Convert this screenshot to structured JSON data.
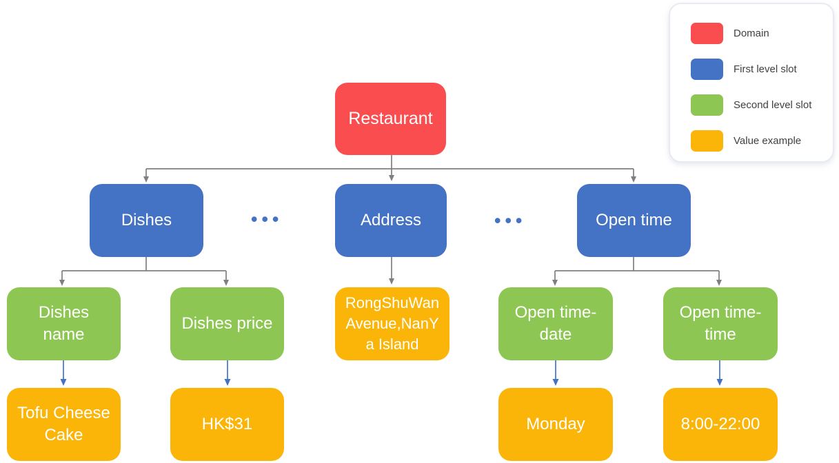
{
  "palette": {
    "domain_color": "#F94D4F",
    "first_level_color": "#4473C5",
    "second_level_color": "#8DC653",
    "value_color": "#FBB408",
    "gray_connector": "#7F7F7F",
    "blue_connector": "#4473C5",
    "node_text_color": "#FFFFFF",
    "legend_text_color": "#404040"
  },
  "legend": {
    "items": [
      {
        "label": "Domain",
        "color": "#F94D4F"
      },
      {
        "label": "First level slot",
        "color": "#4473C5"
      },
      {
        "label": "Second level slot",
        "color": "#8DC653"
      },
      {
        "label": "Value example",
        "color": "#FBB408"
      }
    ]
  },
  "ellipsis": "•••",
  "nodes": {
    "restaurant": {
      "label": "Restaurant",
      "type": "domain"
    },
    "dishes": {
      "label": "Dishes",
      "type": "first-level-slot"
    },
    "address": {
      "label": "Address",
      "type": "first-level-slot"
    },
    "open_time": {
      "label": "Open time",
      "type": "first-level-slot"
    },
    "dishes_name": {
      "label": "Dishes\nname",
      "type": "second-level-slot"
    },
    "dishes_price": {
      "label": "Dishes price",
      "type": "second-level-slot"
    },
    "address_value": {
      "label": "RongShuWan Avenue,NanY\na Island",
      "type": "value-example"
    },
    "open_time_date": {
      "label": "Open time-\ndate",
      "type": "second-level-slot"
    },
    "open_time_time": {
      "label": "Open time-\ntime",
      "type": "second-level-slot"
    },
    "dishes_name_value": {
      "label": "Tofu Cheese\nCake",
      "type": "value-example"
    },
    "dishes_price_value": {
      "label": "HK$31",
      "type": "value-example"
    },
    "open_time_date_value": {
      "label": "Monday",
      "type": "value-example"
    },
    "open_time_time_value": {
      "label": "8:00-22:00",
      "type": "value-example"
    }
  },
  "tree": {
    "root": "Restaurant",
    "children": [
      {
        "slot": "Dishes",
        "children": [
          {
            "slot": "Dishes name",
            "value_example": "Tofu Cheese Cake"
          },
          {
            "slot": "Dishes price",
            "value_example": "HK$31"
          }
        ]
      },
      {
        "slot": "Address",
        "value_example": "RongShuWan Avenue,NanYa Island"
      },
      {
        "slot": "Open time",
        "children": [
          {
            "slot": "Open time-date",
            "value_example": "Monday"
          },
          {
            "slot": "Open time-time",
            "value_example": "8:00-22:00"
          }
        ]
      }
    ]
  }
}
